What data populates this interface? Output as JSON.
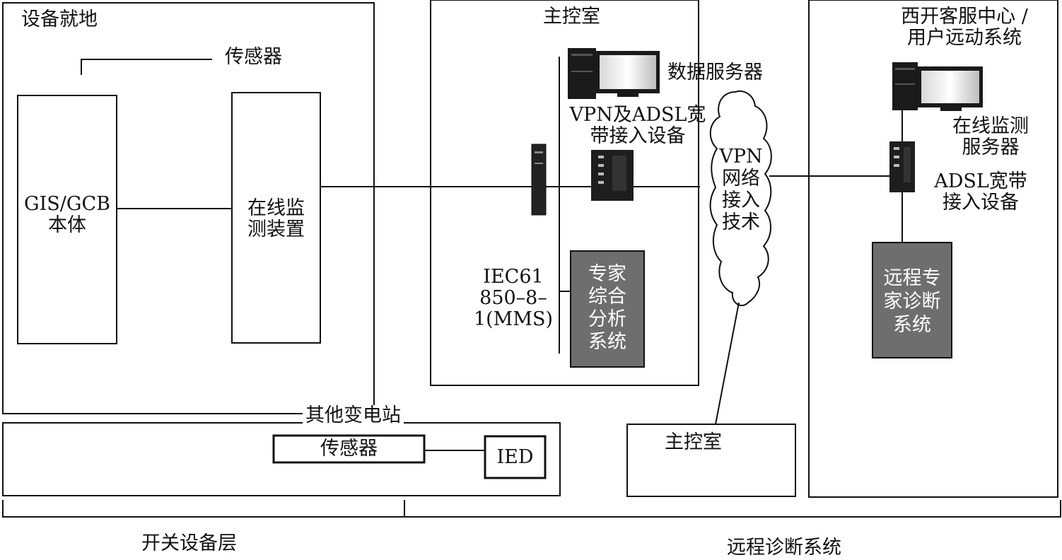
{
  "regions": {
    "field": "设备就地",
    "main_control_room": "主控室",
    "customer_center": [
      "西开客服中心 /",
      "用户远动系统"
    ],
    "other_substation": "其他变电站",
    "main_control_room_2": "主控室"
  },
  "nodes": {
    "gis_body": [
      "GIS/GCB",
      "本体"
    ],
    "sensor_top": "传感器",
    "online_monitor_device": [
      "在线监",
      "测装置"
    ],
    "data_server": "数据服务器",
    "vpn_adsl_device": [
      "VPN及ADSL宽",
      "带接入设备"
    ],
    "protocol": [
      "IEC61",
      "850–8–",
      "1(MMS)"
    ],
    "expert_analysis": [
      "专家",
      "综合",
      "分析",
      "系统"
    ],
    "vpn_cloud": [
      "VPN",
      "网络",
      "接入",
      "技术"
    ],
    "online_monitor_server": [
      "在线监测",
      "服务器"
    ],
    "adsl_device": [
      "ADSL宽带",
      "接入设备"
    ],
    "remote_expert": [
      "远程专",
      "家诊断",
      "系统"
    ],
    "sensor_bottom": "传感器",
    "ied": "IED"
  },
  "layers": {
    "switchgear": "开关设备层",
    "remote_diagnosis": "远程诊断系统"
  },
  "colors": {
    "line": "#111111",
    "dark_box": "#6e6e6e",
    "background": "#ffffff"
  },
  "icons": {
    "computer": "computer-icon",
    "router": "router-icon",
    "switch": "switch-icon"
  }
}
